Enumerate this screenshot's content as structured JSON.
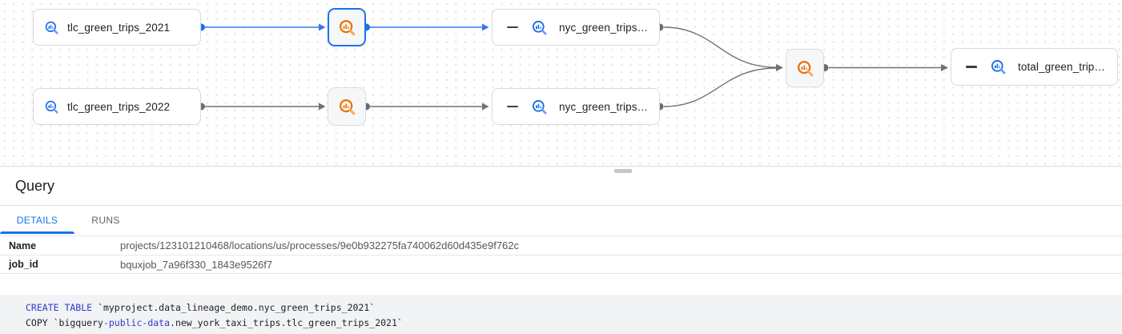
{
  "graph": {
    "nodes": {
      "tlc_green_trips_2021": {
        "label": "tlc_green_trips_2021",
        "type": "table"
      },
      "tlc_green_trips_2022": {
        "label": "tlc_green_trips_2022",
        "type": "table"
      },
      "nyc_green_trips_2021": {
        "label": "nyc_green_trips…",
        "type": "table",
        "collapsible": true
      },
      "nyc_green_trips_2022": {
        "label": "nyc_green_trips…",
        "type": "table",
        "collapsible": true
      },
      "total_green_trips": {
        "label": "total_green_trip…",
        "type": "table",
        "collapsible": true
      }
    },
    "processes": [
      {
        "id": "process-2021",
        "selected": true
      },
      {
        "id": "process-2022",
        "selected": false
      },
      {
        "id": "process-merge",
        "selected": false
      }
    ],
    "edges": [
      {
        "from": "tlc_green_trips_2021",
        "to": "process-2021",
        "color": "blue"
      },
      {
        "from": "process-2021",
        "to": "nyc_green_trips_2021",
        "color": "blue"
      },
      {
        "from": "tlc_green_trips_2022",
        "to": "process-2022",
        "color": "gray"
      },
      {
        "from": "process-2022",
        "to": "nyc_green_trips_2022",
        "color": "gray"
      },
      {
        "from": "nyc_green_trips_2021",
        "to": "process-merge",
        "color": "gray"
      },
      {
        "from": "nyc_green_trips_2022",
        "to": "process-merge",
        "color": "gray"
      },
      {
        "from": "process-merge",
        "to": "total_green_trips",
        "color": "gray"
      }
    ],
    "icons": {
      "table": "bigquery-table-icon",
      "process": "bigquery-process-icon",
      "collapse": "collapse-minus-icon"
    }
  },
  "panel": {
    "title": "Query",
    "tabs": [
      {
        "label": "DETAILS",
        "active": true
      },
      {
        "label": "RUNS",
        "active": false
      }
    ],
    "fields": [
      {
        "label": "Name",
        "value": "projects/123101210468/locations/us/processes/9e0b932275fa740062d60d435e9f762c"
      },
      {
        "label": "job_id",
        "value": "bquxjob_7a96f330_1843e9526f7"
      }
    ],
    "sql": {
      "line1_keyword": "CREATE TABLE",
      "line1_rest": " `myproject.data_lineage_demo.nyc_green_trips_2021`",
      "line2_start": "COPY `bigquery",
      "line2_keyword": "-public-data",
      "line2_rest": ".new_york_taxi_trips.tlc_green_trips_2021`"
    }
  },
  "colors": {
    "selected_accent": "#1a73e8",
    "edge_blue": "#3b78e7",
    "edge_gray": "#6f7276",
    "node_border": "#d9dadd",
    "process_icon_orange": "#e8730c",
    "table_icon_blue": "#1a73e8",
    "tab_active": "#1a73e8",
    "sql_keyword": "#2f3bce",
    "code_background": "#f1f3f4"
  }
}
